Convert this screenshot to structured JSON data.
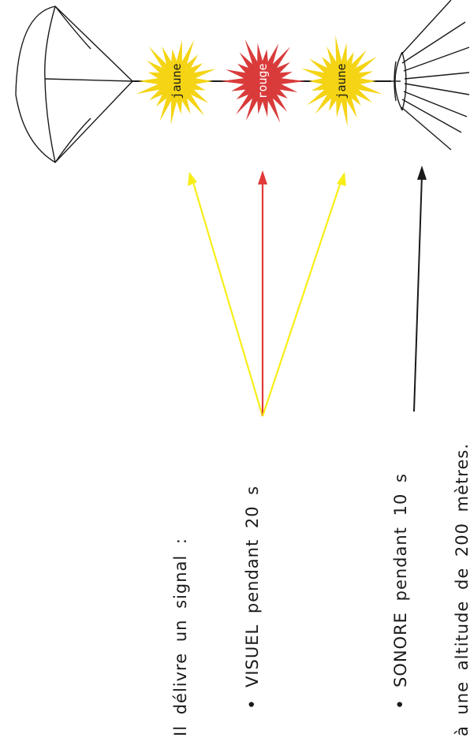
{
  "colors": {
    "yellow": "#f4d414",
    "red": "#d93b3b",
    "arrow_yellow": "#f7ee18",
    "arrow_red": "#e23a3a",
    "arrow_black": "#1a1a1a",
    "line": "#1a1a1a"
  },
  "device": {
    "bursts": [
      {
        "label": "jaune",
        "color_key": "yellow"
      },
      {
        "label": "rouge",
        "color_key": "red"
      },
      {
        "label": "jaune",
        "color_key": "yellow"
      }
    ]
  },
  "text": {
    "intro": "Il délivre un signal :",
    "visual": "VISUEL pendant 20 s",
    "sound": "SONORE pendant 10 s",
    "altitude": "à une altitude de 200 mètres.",
    "bullet": "•"
  },
  "icons": {
    "parachute": "parachute-icon",
    "horn": "horn-icon"
  }
}
